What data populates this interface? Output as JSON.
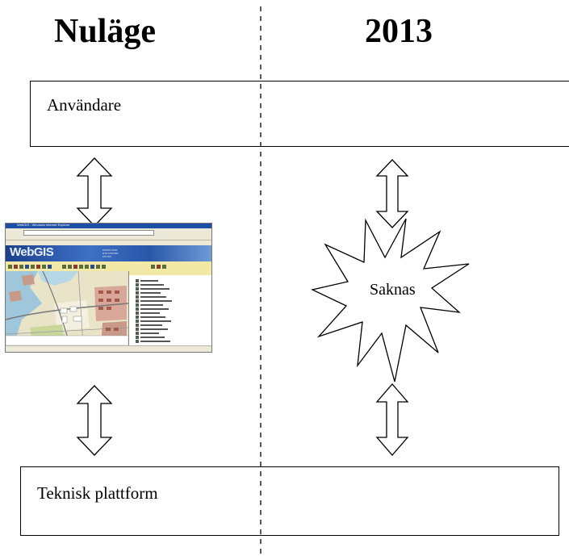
{
  "headings": {
    "left": "Nuläge",
    "right": "2013"
  },
  "boxes": {
    "top_label": "Användare",
    "bottom_label": "Teknisk plattform"
  },
  "starburst": {
    "label": "Saknas"
  },
  "screenshot": {
    "window_title": "WebGIS - Windows Internet Explorer",
    "logo": "WebGIS",
    "layers_count": 16
  },
  "colors": {
    "line": "#000000",
    "background": "#ffffff"
  }
}
